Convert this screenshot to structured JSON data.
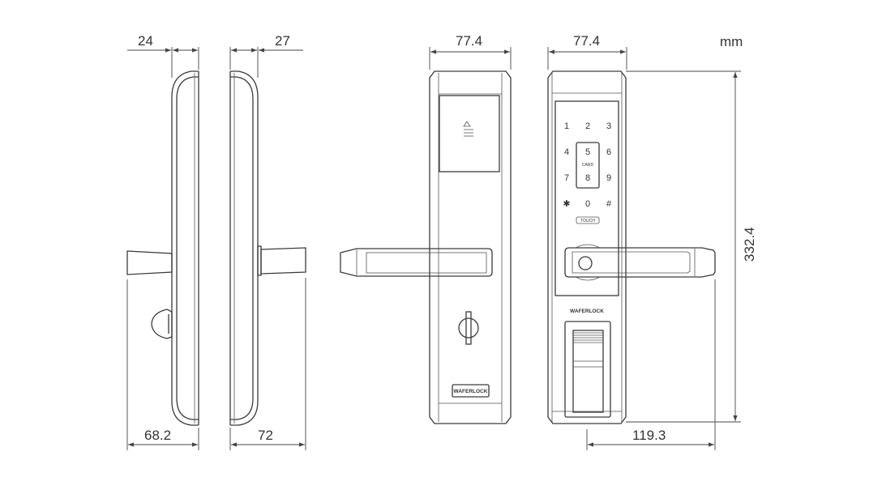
{
  "unit": "mm",
  "dimensions": {
    "side_left_depth": "24",
    "side_right_depth": "27",
    "side_left_handle": "68.2",
    "side_right_handle": "72",
    "back_width": "77.4",
    "front_width": "77.4",
    "height": "332.4",
    "handle_length": "119.3"
  },
  "keypad": {
    "keys": [
      "1",
      "2",
      "3",
      "4",
      "5",
      "6",
      "7",
      "8",
      "9",
      "✱",
      "0",
      "#"
    ],
    "card_label": "CARD",
    "touch_label": "TOUCH"
  },
  "brand": {
    "front_logo": "WAFERLOCK",
    "back_logo": "WAFERLOCK"
  }
}
